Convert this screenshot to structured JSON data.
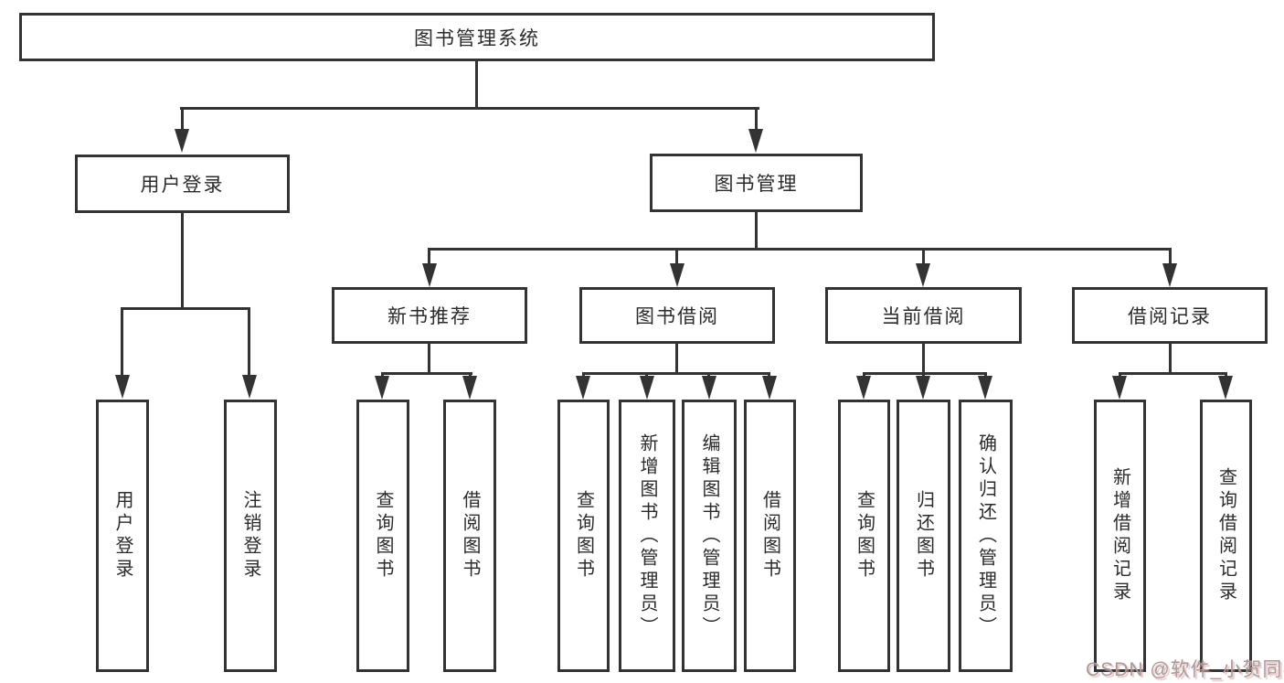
{
  "tree": {
    "label": "图书管理系统",
    "children": [
      {
        "label": "用户登录",
        "children": [
          {
            "label": "用户登录"
          },
          {
            "label": "注销登录"
          }
        ]
      },
      {
        "label": "图书管理",
        "children": [
          {
            "label": "新书推荐",
            "children": [
              {
                "label": "查询图书"
              },
              {
                "label": "借阅图书"
              }
            ]
          },
          {
            "label": "图书借阅",
            "children": [
              {
                "label": "查询图书"
              },
              {
                "label": "新增图书（管理员）"
              },
              {
                "label": "编辑图书（管理员）"
              },
              {
                "label": "借阅图书"
              }
            ]
          },
          {
            "label": "当前借阅",
            "children": [
              {
                "label": "查询图书"
              },
              {
                "label": "归还图书"
              },
              {
                "label": "确认归还（管理员）"
              }
            ]
          },
          {
            "label": "借阅记录",
            "children": [
              {
                "label": "新增借阅记录"
              },
              {
                "label": "查询借阅记录"
              }
            ]
          }
        ]
      }
    ]
  },
  "watermark": {
    "text": "CSDN @软件_小贺同学"
  },
  "colors": {
    "line": "#333333",
    "text": "#2b2b2b",
    "background": "#ffffff",
    "watermark_gray": "#9e9e9e",
    "watermark_red_shadow": "#f09696"
  }
}
